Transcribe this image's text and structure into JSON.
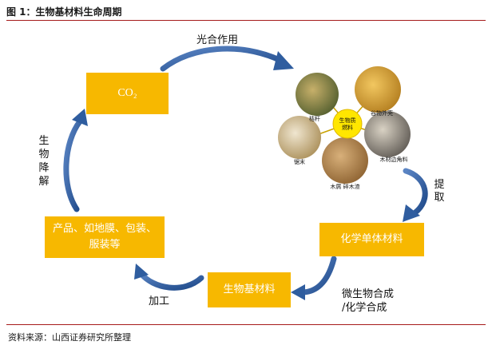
{
  "figure": {
    "title": "图 1：生物基材料生命周期",
    "source": "资料来源：山西证券研究所整理"
  },
  "nodes": {
    "co2": "CO₂",
    "products": "产品、如地膜、包装、服装等",
    "bio_based_material": "生物基材料",
    "chemical_monomer": "化学单体材料"
  },
  "edges": {
    "photosynthesis": "光合作用",
    "biodegradation": "生物降解",
    "extraction": "提取",
    "synthesis_line1": "微生物合成",
    "synthesis_line2": "/化学合成",
    "processing": "加工"
  },
  "biomass": {
    "center": "生物质燃料",
    "items": [
      "秸秆",
      "谷物外壳",
      "木材边角料",
      "木屑 碎木渣",
      "锯末"
    ]
  },
  "colors": {
    "box_fill": "#f7b800",
    "arrow_blue": "#2f5d9f",
    "center_fill": "#ffe600",
    "rule": "#a61b1b"
  }
}
